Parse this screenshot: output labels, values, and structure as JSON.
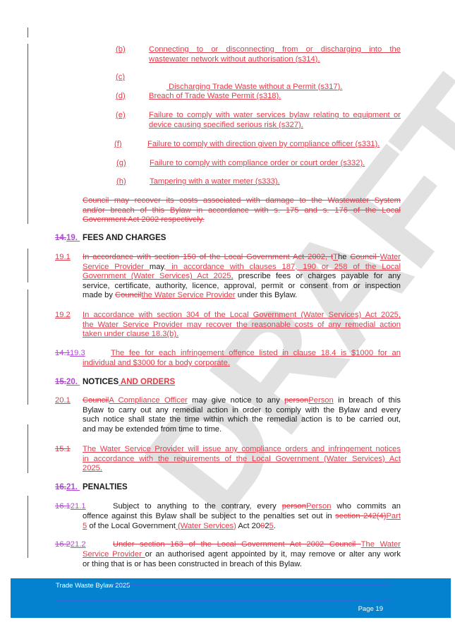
{
  "document": {
    "watermark": "DRAFT",
    "subitems": [
      {
        "label": "(b)",
        "lines": [
          "Connecting to or disconnecting from or discharging into the",
          "wastewater network without authorisation (s314)."
        ]
      },
      {
        "label": "(c)",
        "lines": [
          " Discharging Trade Waste without a Permit (s317)."
        ]
      },
      {
        "label": "(d)",
        "lines": [
          "Breach of Trade Waste Permit (s318)."
        ]
      },
      {
        "label": "(e)",
        "lines": [
          "Failure to comply with water services bylaw relating to equipment or",
          "device causing specified serious risk (s327)."
        ]
      },
      {
        "label": "(f)",
        "lines": [
          "Failure to comply with direction given by compliance officer (s331)."
        ]
      },
      {
        "label": "(g)",
        "lines": [
          "Failure to comply with compliance order or court order (s332)."
        ]
      },
      {
        "label": "(h)",
        "lines": [
          "Tampering with a water meter (s333)."
        ]
      }
    ],
    "deleted_paragraph": {
      "lines": [
        "Council may recover its costs associated with damage to the Wastewater System",
        "and/or breach of this Bylaw in accordance with s. 175 and s. 176 of the Local",
        "Government Act 2002 respectively."
      ]
    },
    "section19": {
      "num_deleted": "14.",
      "num_inserted": "19. ",
      "title": "FEES AND CHARGES",
      "clause_19_1": {
        "num": "19.1",
        "del_1": "In accordance with section 150 of the Local Government Act 2002, t",
        "ins_1": "T",
        "plain_1": "he ",
        "del_2": "Council ",
        "ins_2": "Water",
        "ins_3": "Service Provider ",
        "plain_2": "may",
        "ins_4": ", in accordance with clauses 187, 190 or 258 of the Local",
        "ins_5": "Government (Water Services) Act 2025,",
        "plain_3": " prescribe fees or charges payable for any",
        "plain_4": "service, certificate, authority, licence, approval, permit or consent from or inspection",
        "plain_5": "made by ",
        "del_3": "Council",
        "ins_6": "the Water Service Provider",
        "plain_6": " under this Bylaw."
      },
      "clause_19_2": {
        "num": "19.2",
        "lines": [
          "In accordance with section 304 of the Local Government (Water Services) Act 2025,",
          "the Water Service Provider may recover the reasonable costs of any remedial action",
          "taken under clause 18.3(b)."
        ]
      },
      "clause_19_3": {
        "num_deleted": "14.1",
        "num_inserted": "19.3",
        "lines": [
          "The fee for each infringement offence listed in clause 18.4 is $1000 for an",
          "individual and $3000 for a body corporate."
        ]
      }
    },
    "section20": {
      "num_deleted": "15.",
      "num_inserted": "20. ",
      "title": "NOTICES",
      "title_inserted": " AND ORDERS",
      "clause_20_1": {
        "num": "20.1",
        "del_1": "Council",
        "ins_1": "A Compliance Officer",
        "plain_1": " may give notice to any ",
        "del_2": "person",
        "ins_2": "Person",
        "plain_2": " in breach of this",
        "plain_3": "Bylaw to carry out any remedial action in order to comply with the Bylaw and every",
        "plain_4": "such notice shall state the time within which the remedial action is to be carried out,",
        "plain_5": "and may be extended from time to time."
      },
      "clause_15_1": {
        "num_deleted": "15.1",
        "lines": [
          "The Water Service Provider will issue any compliance orders and infringement notices",
          "in accordance with the requirements of the Local Government (Water Services) Act",
          "2025."
        ]
      }
    },
    "section21": {
      "num_deleted": "16.",
      "num_inserted": "21. ",
      "title": "PENALTIES",
      "clause_21_1": {
        "num_deleted": "16.1",
        "num_inserted": "21.1",
        "plain_1": "Subject to anything to the contrary, every ",
        "del_1": "person",
        "ins_1": "Person",
        "plain_2": " who commits an",
        "plain_3": "offence against this Bylaw shall be subject to the penalties set out in ",
        "del_2": "section 242(4)",
        "ins_2": "Part",
        "ins_3": "5",
        "plain_4": " of the Local Government",
        "ins_4": " (Water Services)",
        "plain_5": " Act 20",
        "del_3": "0",
        "plain_6": "2",
        "ins_5": "5",
        "plain_7": "."
      },
      "clause_21_2": {
        "num_deleted": "16.2",
        "num_inserted": "21.2",
        "del_1": "Under section 163 of the Local Government Act 2002 Council ",
        "ins_1": "The Water",
        "ins_2": "Service Provider ",
        "plain_1": "or an authorised agent appointed by it, may remove or alter any work",
        "plain_2": "or thing that is or has been constructed in breach of this Bylaw."
      }
    }
  },
  "footer": {
    "title": "Trade Waste Bylaw 2025",
    "page": "Page 19",
    "color": "#0582cf"
  },
  "colors": {
    "inserted": "#e23d4a",
    "renumbered": "#b04ad6",
    "changebar": "#555555"
  }
}
